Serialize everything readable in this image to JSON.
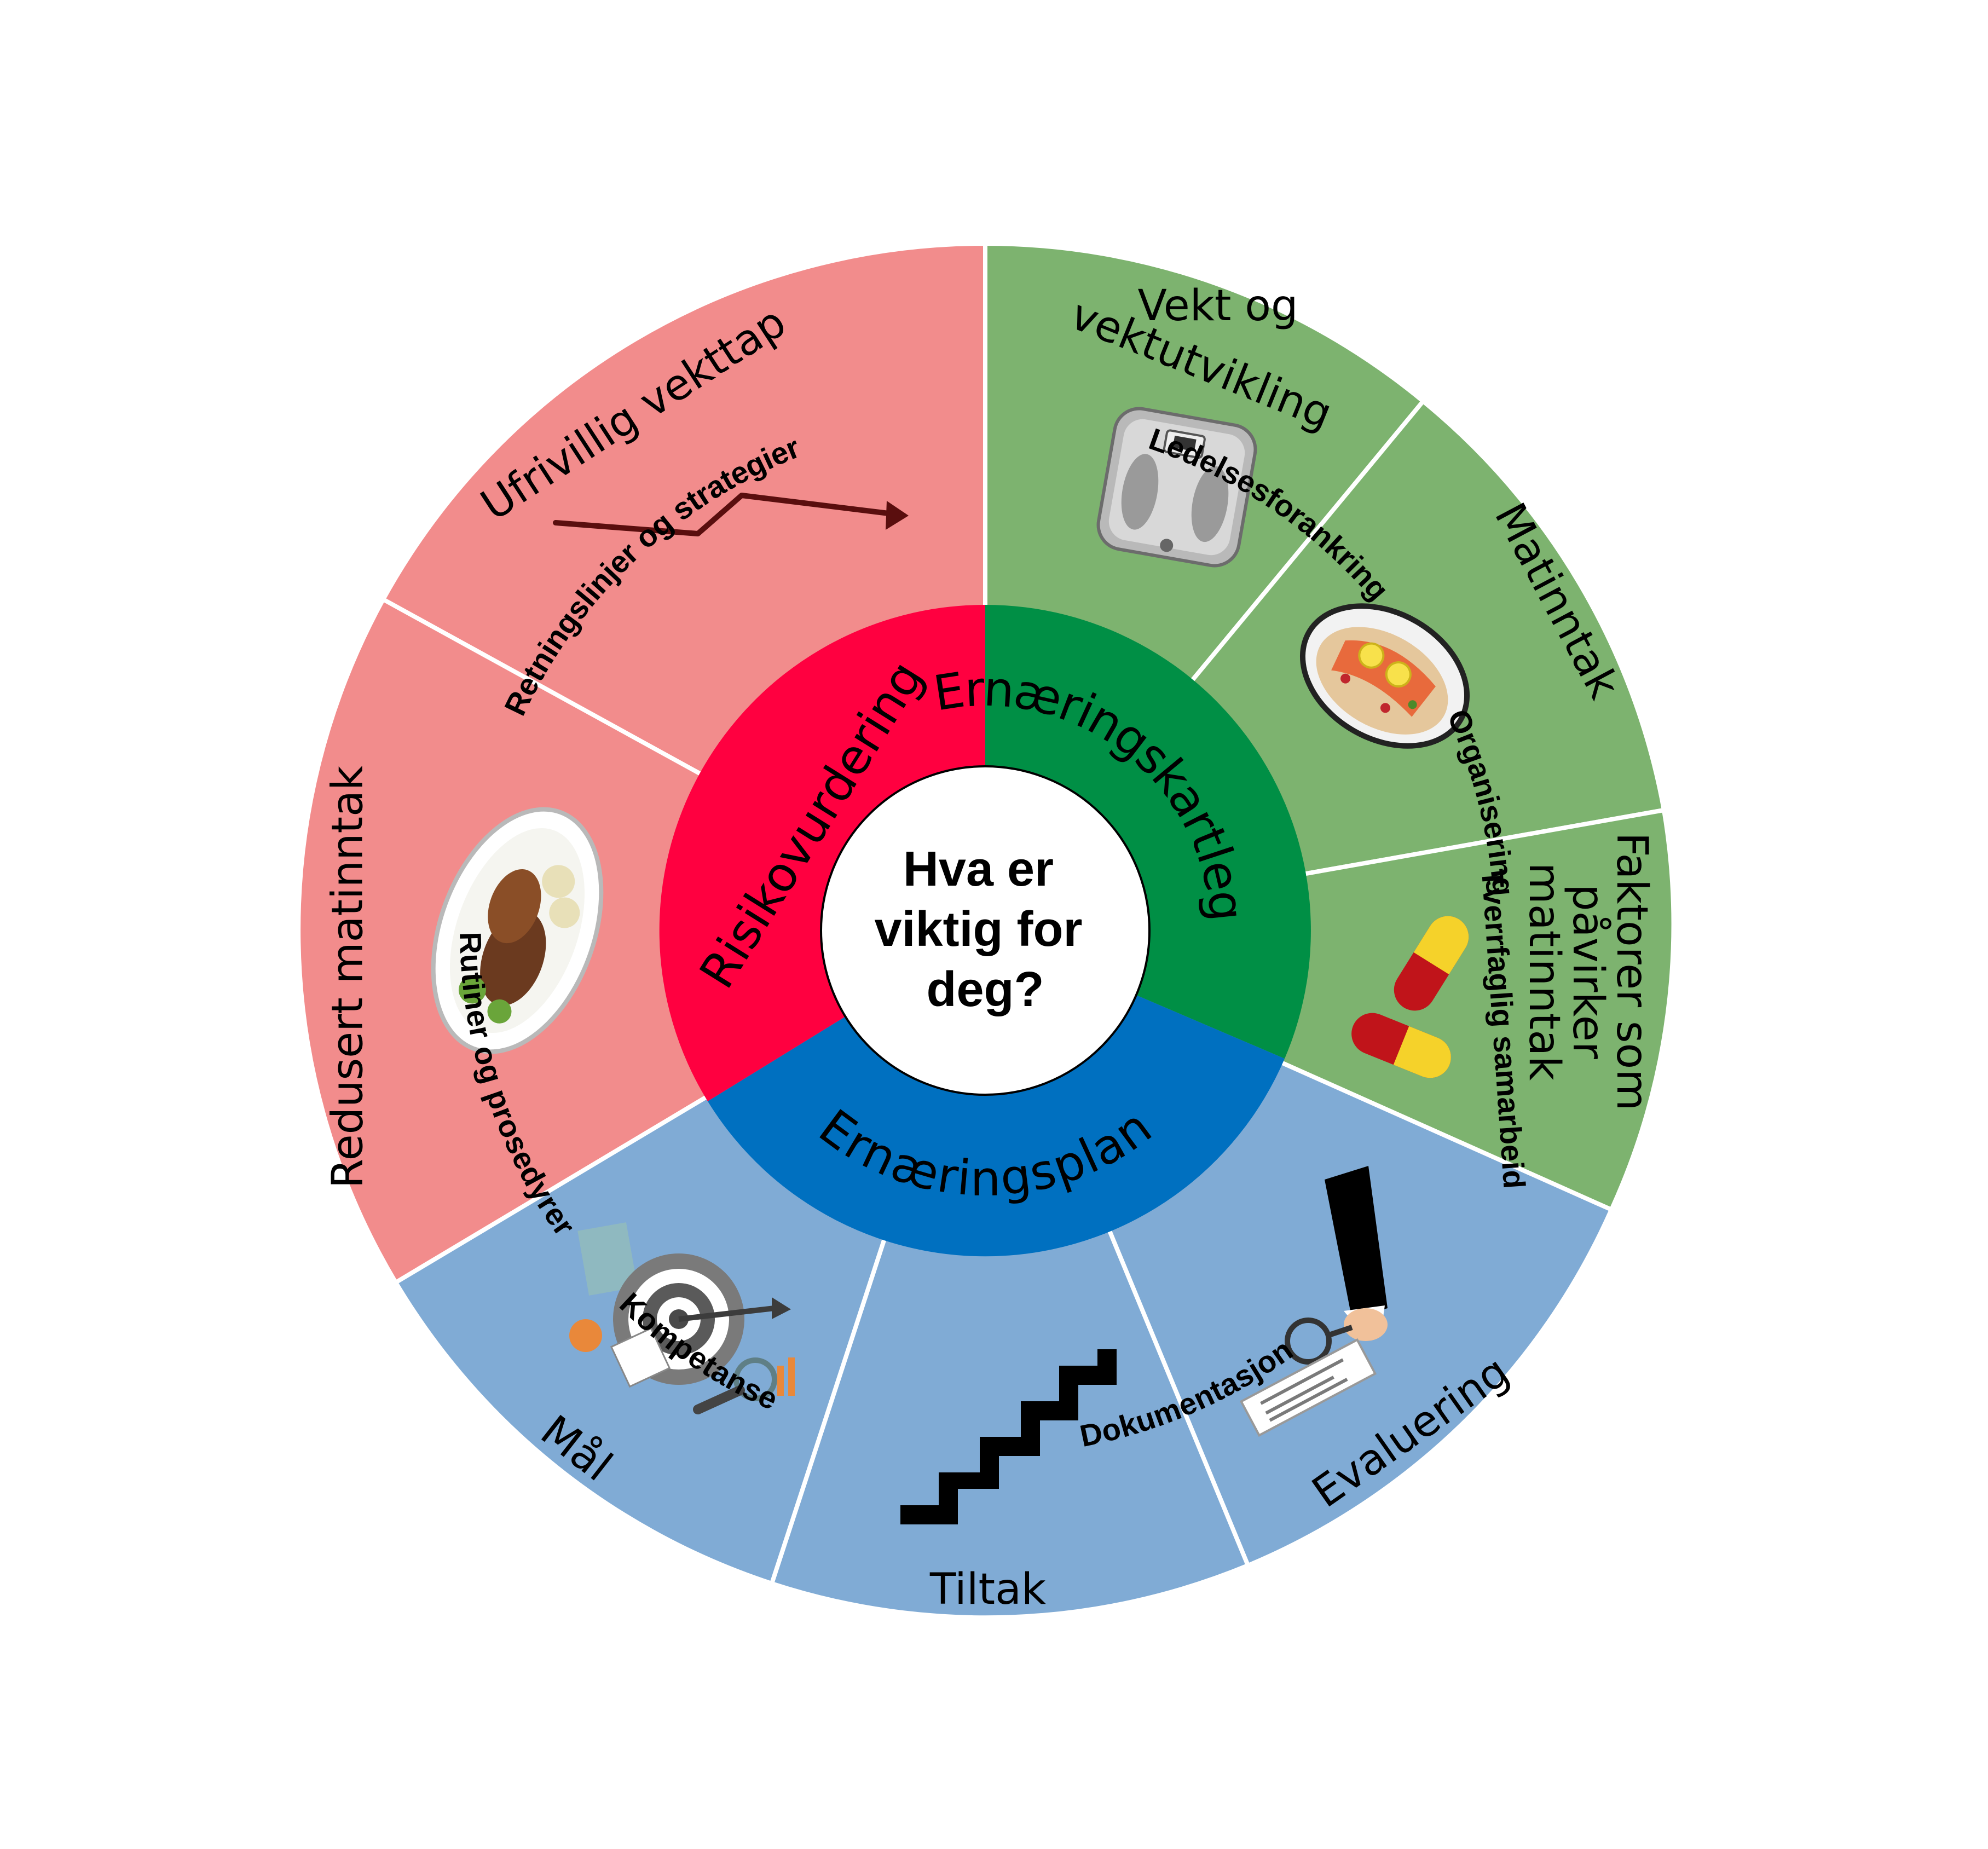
{
  "center": {
    "lines": [
      "Hva er",
      "viktig for",
      "deg?"
    ]
  },
  "inner_ring": [
    {
      "label": "Risikovurdering",
      "color": "#ff0040"
    },
    {
      "label": "Ernæringskartlegging",
      "color": "#008f45"
    },
    {
      "label": "Ernæringsplan",
      "color": "#0070c0"
    }
  ],
  "middle_ring": [
    {
      "label": "Ufrivillig vekttap",
      "color": "#f28c8c",
      "icon": "weight-trend-icon"
    },
    {
      "label": "Redusert matinntak",
      "color": "#f28c8c",
      "icon": "dinner-plate-icon"
    },
    {
      "label": "Vekt og vektutvikling",
      "lines": [
        "Vekt og",
        "vektutvikling"
      ],
      "color": "#7db36f",
      "icon": "bathroom-scale-icon"
    },
    {
      "label": "Matinntak",
      "color": "#7db36f",
      "icon": "salmon-dish-icon"
    },
    {
      "label": "Faktorer som påvirker matinntak",
      "lines": [
        "Faktorer som",
        "påvirker",
        "matinntak"
      ],
      "color": "#7db36f",
      "icon": "pills-icon"
    },
    {
      "label": "Evaluering",
      "color": "#80abd5",
      "icon": "magnifier-report-icon"
    },
    {
      "label": "Tiltak",
      "color": "#80abd5",
      "icon": "staircase-icon"
    },
    {
      "label": "Mål",
      "color": "#80abd5",
      "icon": "target-icon"
    }
  ],
  "outer_ring": {
    "color": "#f8ae3c",
    "labels": [
      "Ledelsesforankring",
      "Organisering",
      "Tverrfaglig samarbeid",
      "Dokumentasjon",
      "Kompetanse",
      "Rutiner og prosedyrer",
      "Retningslinjer og strategier"
    ]
  }
}
